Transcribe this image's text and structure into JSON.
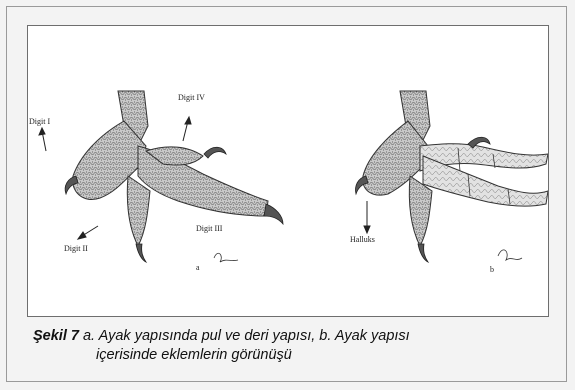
{
  "figure": {
    "labels": {
      "digit_i": "Digit I",
      "digit_iv": "Digit IV",
      "digit_ii": "Digit II",
      "digit_iii": "Digit III",
      "panel_a": "a",
      "halluks": "Halluks",
      "panel_b": "b"
    }
  },
  "caption": {
    "label": "Şekil 7",
    "line1_text": " a. Ayak yapısında pul ve deri yapısı, b. Ayak yapısı",
    "line2_text": "içerisinde eklemlerin görünüşü"
  }
}
